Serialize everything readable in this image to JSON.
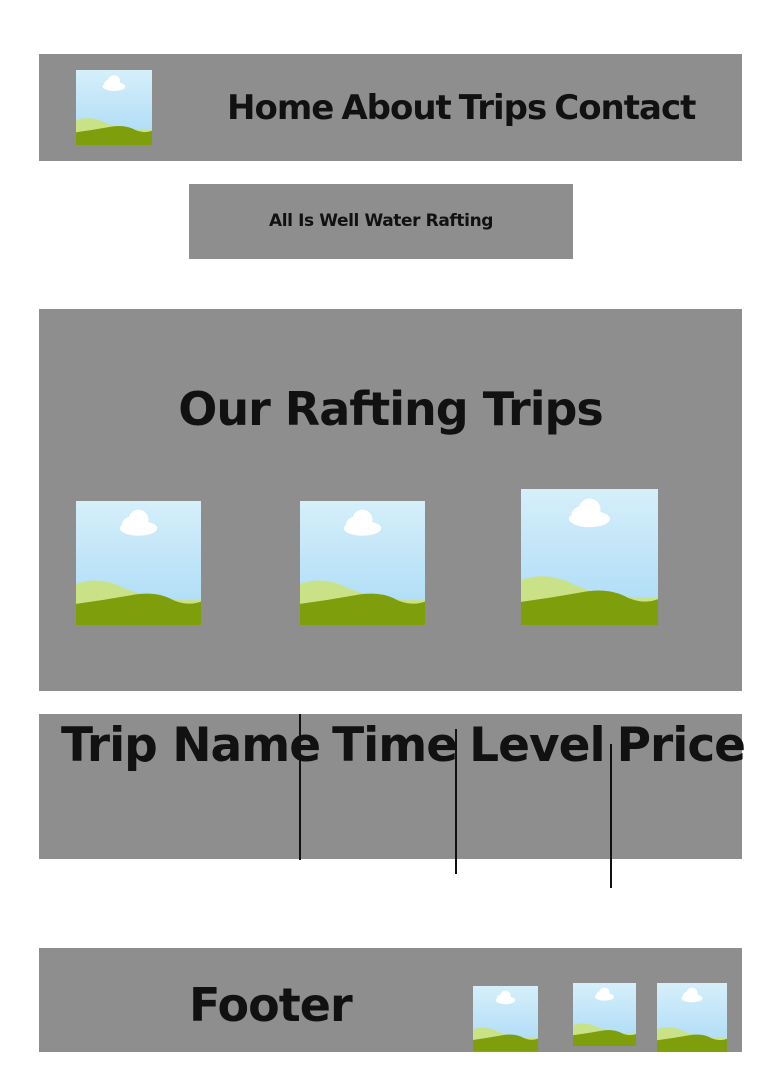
{
  "nav": {
    "items": [
      "Home",
      "About",
      "Trips",
      "Contact"
    ]
  },
  "site": {
    "title": "All Is Well Water Rafting"
  },
  "trips": {
    "heading": "Our Rafting Trips"
  },
  "table": {
    "headers": [
      "Trip Name",
      "Time",
      "Level",
      "Price"
    ]
  },
  "footer": {
    "label": "Footer"
  },
  "icons": {
    "placeholder": "landscape-image-placeholder-icon"
  },
  "colors": {
    "block_gray": "#8e8e8e",
    "sky_top": "#d6effa",
    "sky_bottom": "#a9daf6",
    "hill_light": "#c9e287",
    "hill_dark": "#7f9e0c",
    "cloud": "#ffffff"
  }
}
